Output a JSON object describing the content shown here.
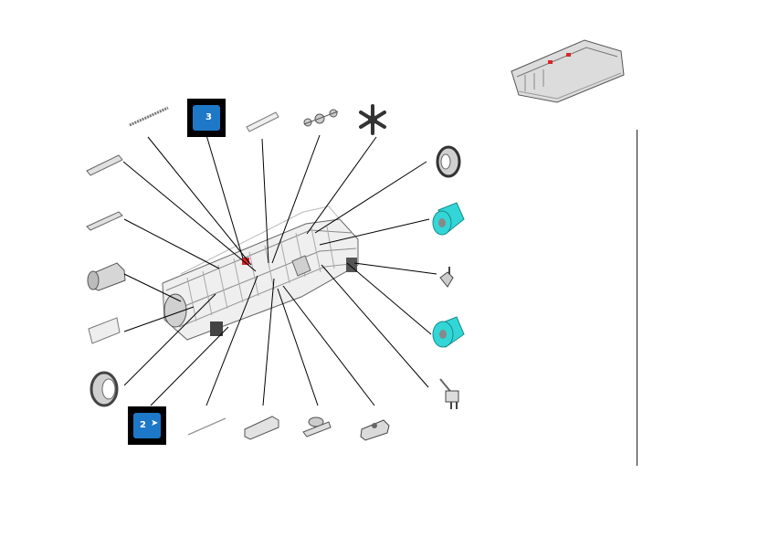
{
  "diagram": {
    "type": "exploded-parts-view",
    "callouts": [
      {
        "id": "callout-top",
        "number": "3"
      },
      {
        "id": "callout-bottom",
        "number": "2"
      }
    ],
    "colors": {
      "line": "#000000",
      "part_outline": "#555555",
      "part_fill": "#e6e6e6",
      "highlight_cyan": "#33d6d6",
      "callout_blue": "#1e78c8",
      "marker_red": "#d9262c"
    },
    "parts": [
      "thumbnail-assembly",
      "pin-long-left",
      "pin-left",
      "roller-gear",
      "sleeve",
      "ring-left",
      "spring-top",
      "rod-small-top",
      "bushing-set",
      "fan-gear",
      "ring-right",
      "cyan-roller-upper",
      "clip-small",
      "cyan-roller-lower",
      "sensor-probe",
      "thin-rod-bottom",
      "bracket-bottom",
      "knob-bottom",
      "clip-assembly-bottom",
      "main-fuser-assembly"
    ]
  }
}
